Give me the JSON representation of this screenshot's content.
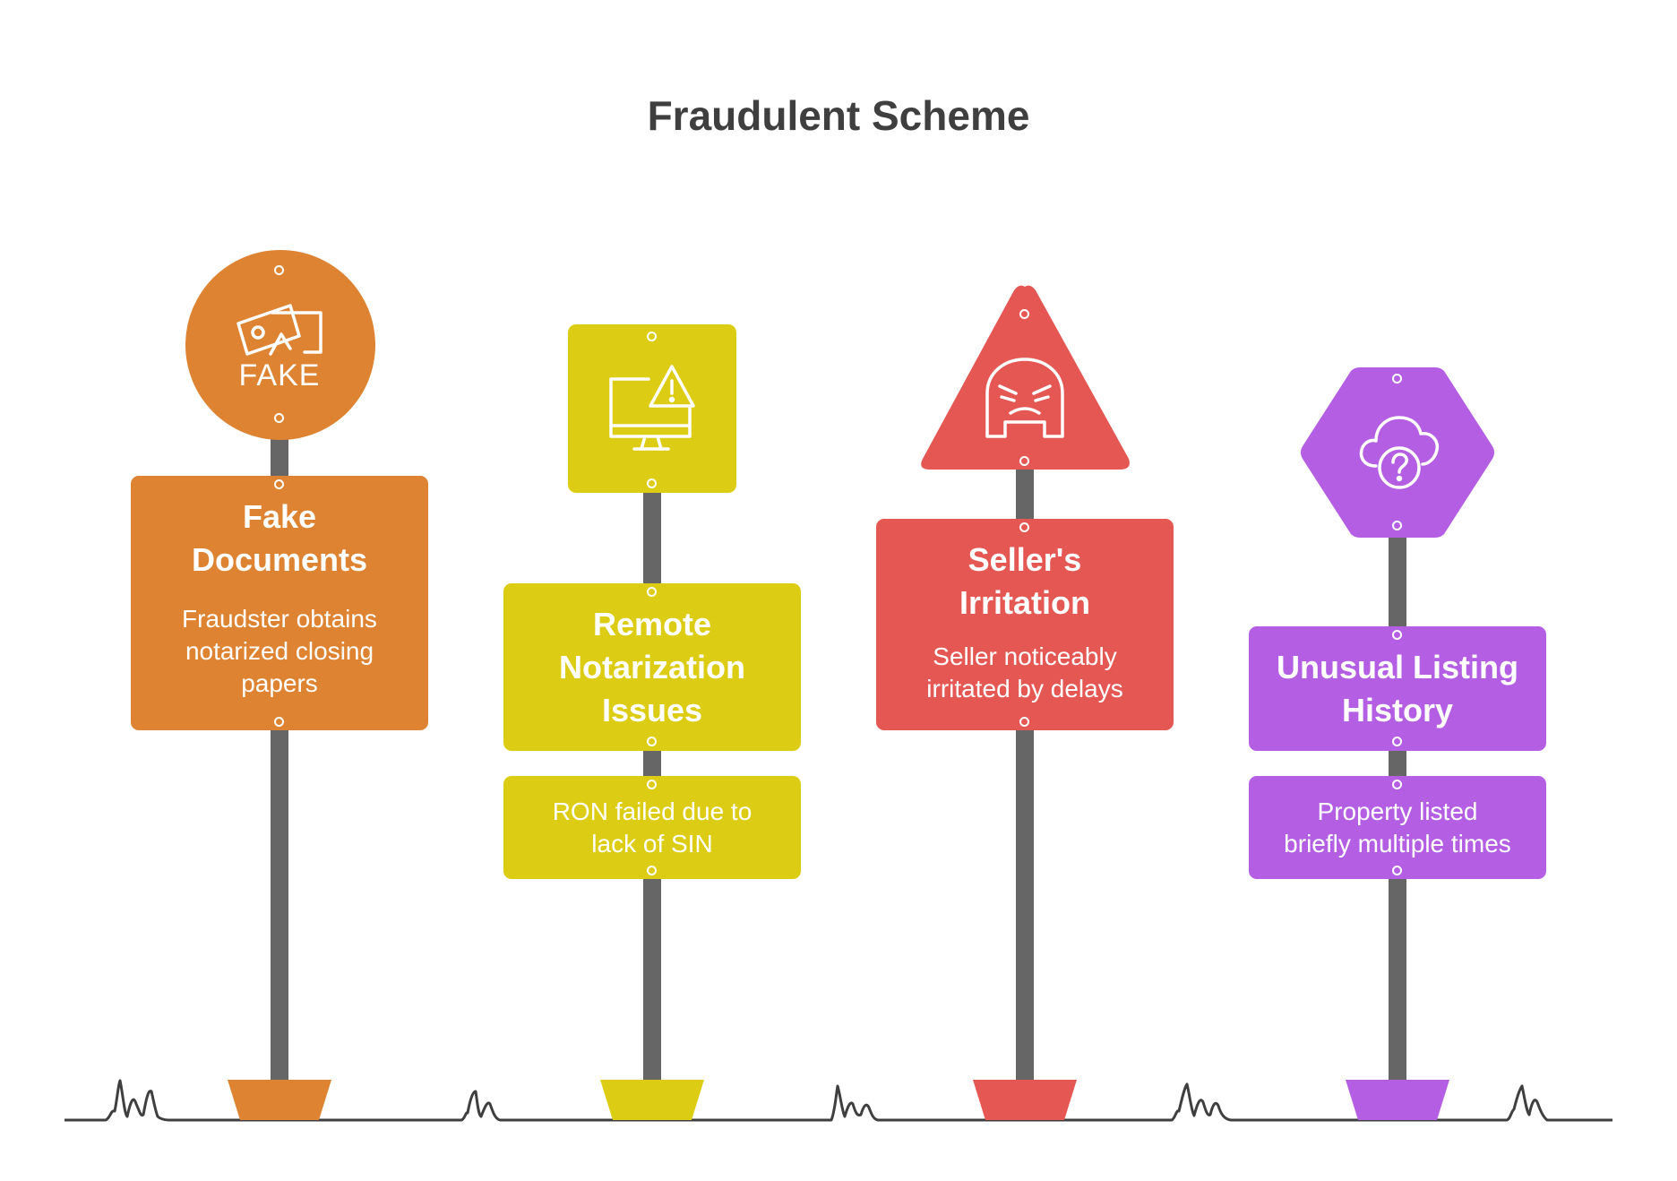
{
  "title": "Fraudulent Scheme",
  "colors": {
    "orange": "#DE8331",
    "yellow": "#DDCC14",
    "red": "#E55753",
    "purple": "#B45FE3",
    "pole": "#666666",
    "ground": "#3f3f3f"
  },
  "signs": [
    {
      "shape": "circle",
      "icon": "fake-document-icon",
      "icon_text": "FAKE",
      "title": "Fake Documents",
      "title_lines": [
        "Fake",
        "Documents"
      ],
      "description": "Fraudster obtains notarized closing papers",
      "description_lines": [
        "Fraudster obtains",
        "notarized closing",
        "papers"
      ]
    },
    {
      "shape": "square",
      "icon": "computer-warning-icon",
      "title": "Remote Notarization Issues",
      "title_lines": [
        "Remote",
        "Notarization",
        "Issues"
      ],
      "description": "RON failed due to lack of SIN",
      "description_lines": [
        "RON failed due to",
        "lack of SIN"
      ]
    },
    {
      "shape": "triangle",
      "icon": "angry-face-icon",
      "title": "Seller's Irritation",
      "title_lines": [
        "Seller's",
        "Irritation"
      ],
      "description": "Seller noticeably irritated by delays",
      "description_lines": [
        "Seller noticeably",
        "irritated by delays"
      ]
    },
    {
      "shape": "hexagon",
      "icon": "cloud-question-icon",
      "title": "Unusual Listing History",
      "title_lines": [
        "Unusual Listing",
        "History"
      ],
      "description": "Property listed briefly multiple times",
      "description_lines": [
        "Property listed",
        "briefly multiple times"
      ]
    }
  ]
}
